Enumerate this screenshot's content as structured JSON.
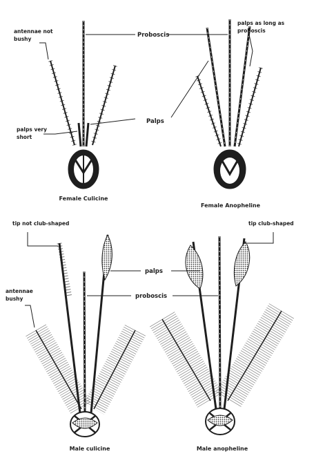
{
  "labels": {
    "antennae_not_bushy": [
      "antennae not",
      "bushy"
    ],
    "proboscis_top": "Proboscis",
    "palps_as_long": [
      "palps as long as",
      "proboscis"
    ],
    "palps_very_short": [
      "palps very",
      "short"
    ],
    "palps_mid": "Palps",
    "tip_not_club_shaped": "tip not club-shaped",
    "tip_club_shaped": "tip club-shaped",
    "palps_bottom": "palps",
    "proboscis_bottom": "proboscis",
    "antennae_bushy": [
      "antennae",
      "bushy"
    ]
  },
  "captions": {
    "female_culicine": "Female Culicine",
    "female_anopheline": "Female Anopheline",
    "male_culicine": "Male culicine",
    "male_anopheline": "Male anopheline"
  },
  "colors": {
    "ink": "#1e1e1e",
    "background": "#ffffff"
  }
}
